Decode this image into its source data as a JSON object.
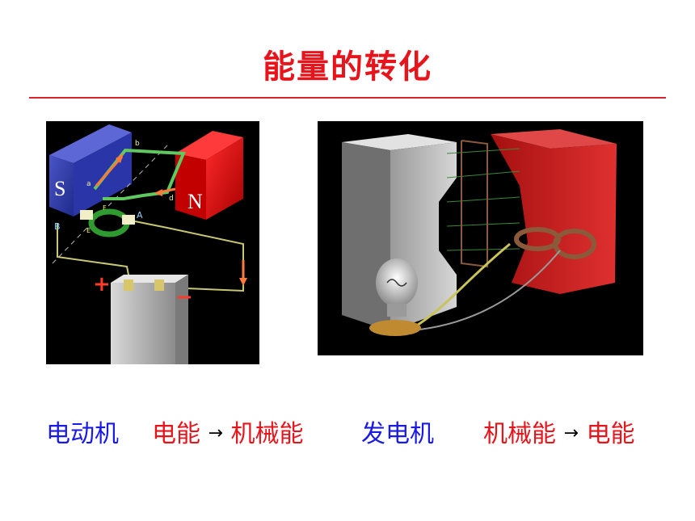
{
  "slide": {
    "title": "能量的转化"
  },
  "motor_figure": {
    "pole_s": "S",
    "pole_n": "N",
    "label_a": "a",
    "label_b": "b",
    "label_d": "d",
    "label_A": "A",
    "label_B": "B",
    "label_E": "E",
    "label_F": "F",
    "plus": "+",
    "minus": "−"
  },
  "captions": {
    "motor_name": "电动机",
    "motor_from": "电能",
    "motor_arrow": "→",
    "motor_to": "机械能",
    "generator_name": "发电机",
    "generator_from": "机械能",
    "generator_arrow": "→",
    "generator_to": "电能"
  },
  "colors": {
    "title": "#e8141c",
    "blue_text": "#1a1ae6",
    "red_text": "#e8141c"
  }
}
